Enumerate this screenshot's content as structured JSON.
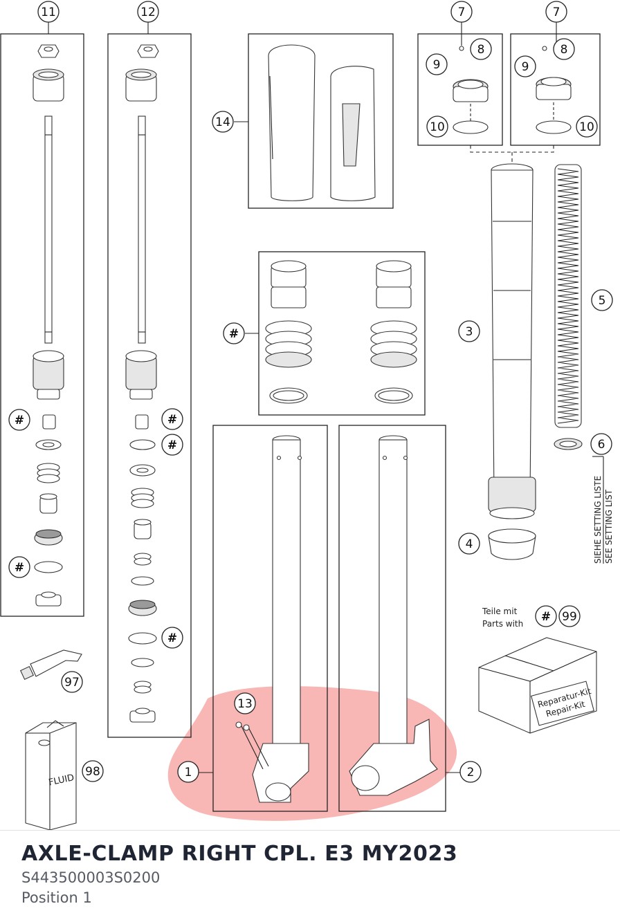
{
  "labels": {
    "c11": "11",
    "c12": "12",
    "c7a": "7",
    "c7b": "7",
    "c8a": "8",
    "c8b": "8",
    "c9a": "9",
    "c9b": "9",
    "c10a": "10",
    "c10b": "10",
    "c14": "14",
    "c3": "3",
    "c5": "5",
    "c6": "6",
    "c4": "4",
    "c13": "13",
    "c1": "1",
    "c2": "2",
    "c97": "97",
    "c98": "98",
    "c99": "99",
    "hash": "#"
  },
  "setting_note": {
    "de": "SIEHE SETTING LISTE",
    "en": "SEE SETTING LIST"
  },
  "kit_note": {
    "de": "Teile mit",
    "en": "Parts with"
  },
  "kit_box": {
    "de": "Reparatur-Kit",
    "en": "Repair-Kit"
  },
  "can_label": "FLUID",
  "highlight_color": "#f7a9a7",
  "product": {
    "title": "AXLE-CLAMP RIGHT CPL. E3 MY2023",
    "code": "S443500003S0200",
    "position": "Position 1"
  }
}
